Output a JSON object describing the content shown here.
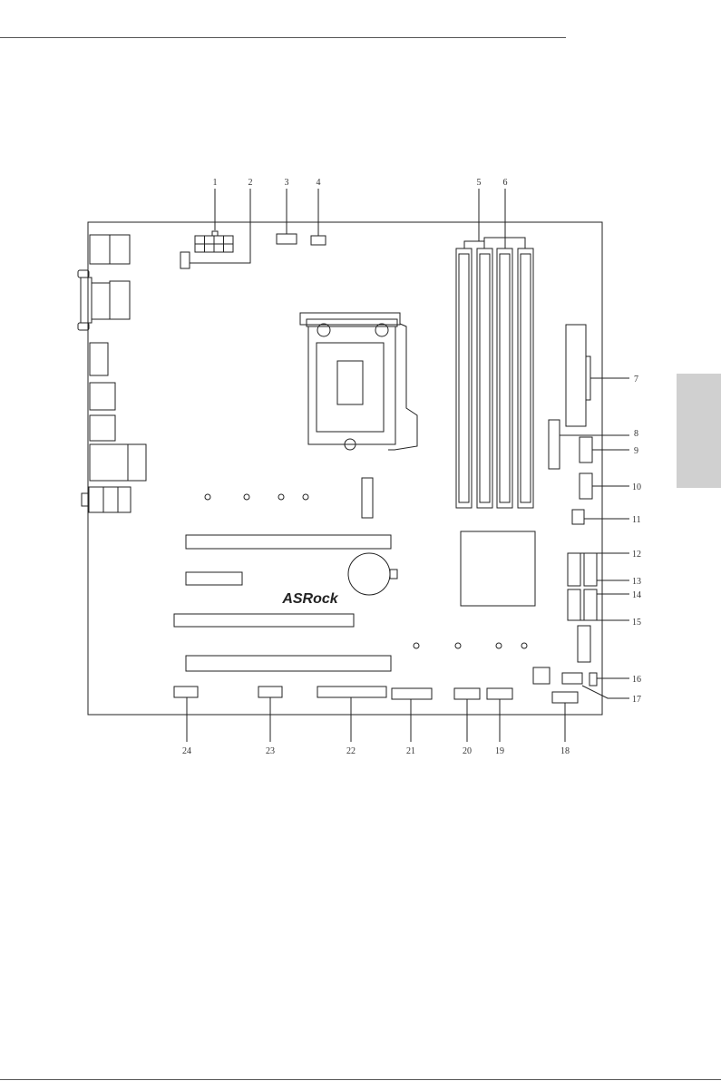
{
  "brand_logo": "ASRock",
  "callouts": {
    "top": [
      "1",
      "2",
      "3",
      "4",
      "5",
      "6"
    ],
    "right": [
      "7",
      "8",
      "9",
      "10",
      "11",
      "12",
      "13",
      "14",
      "15",
      "16",
      "17"
    ],
    "bottom": [
      "24",
      "23",
      "22",
      "21",
      "20",
      "19",
      "18"
    ]
  },
  "colors": {
    "line": "#222222",
    "rule": "#555555",
    "side_tab": "#d0d0d0"
  }
}
